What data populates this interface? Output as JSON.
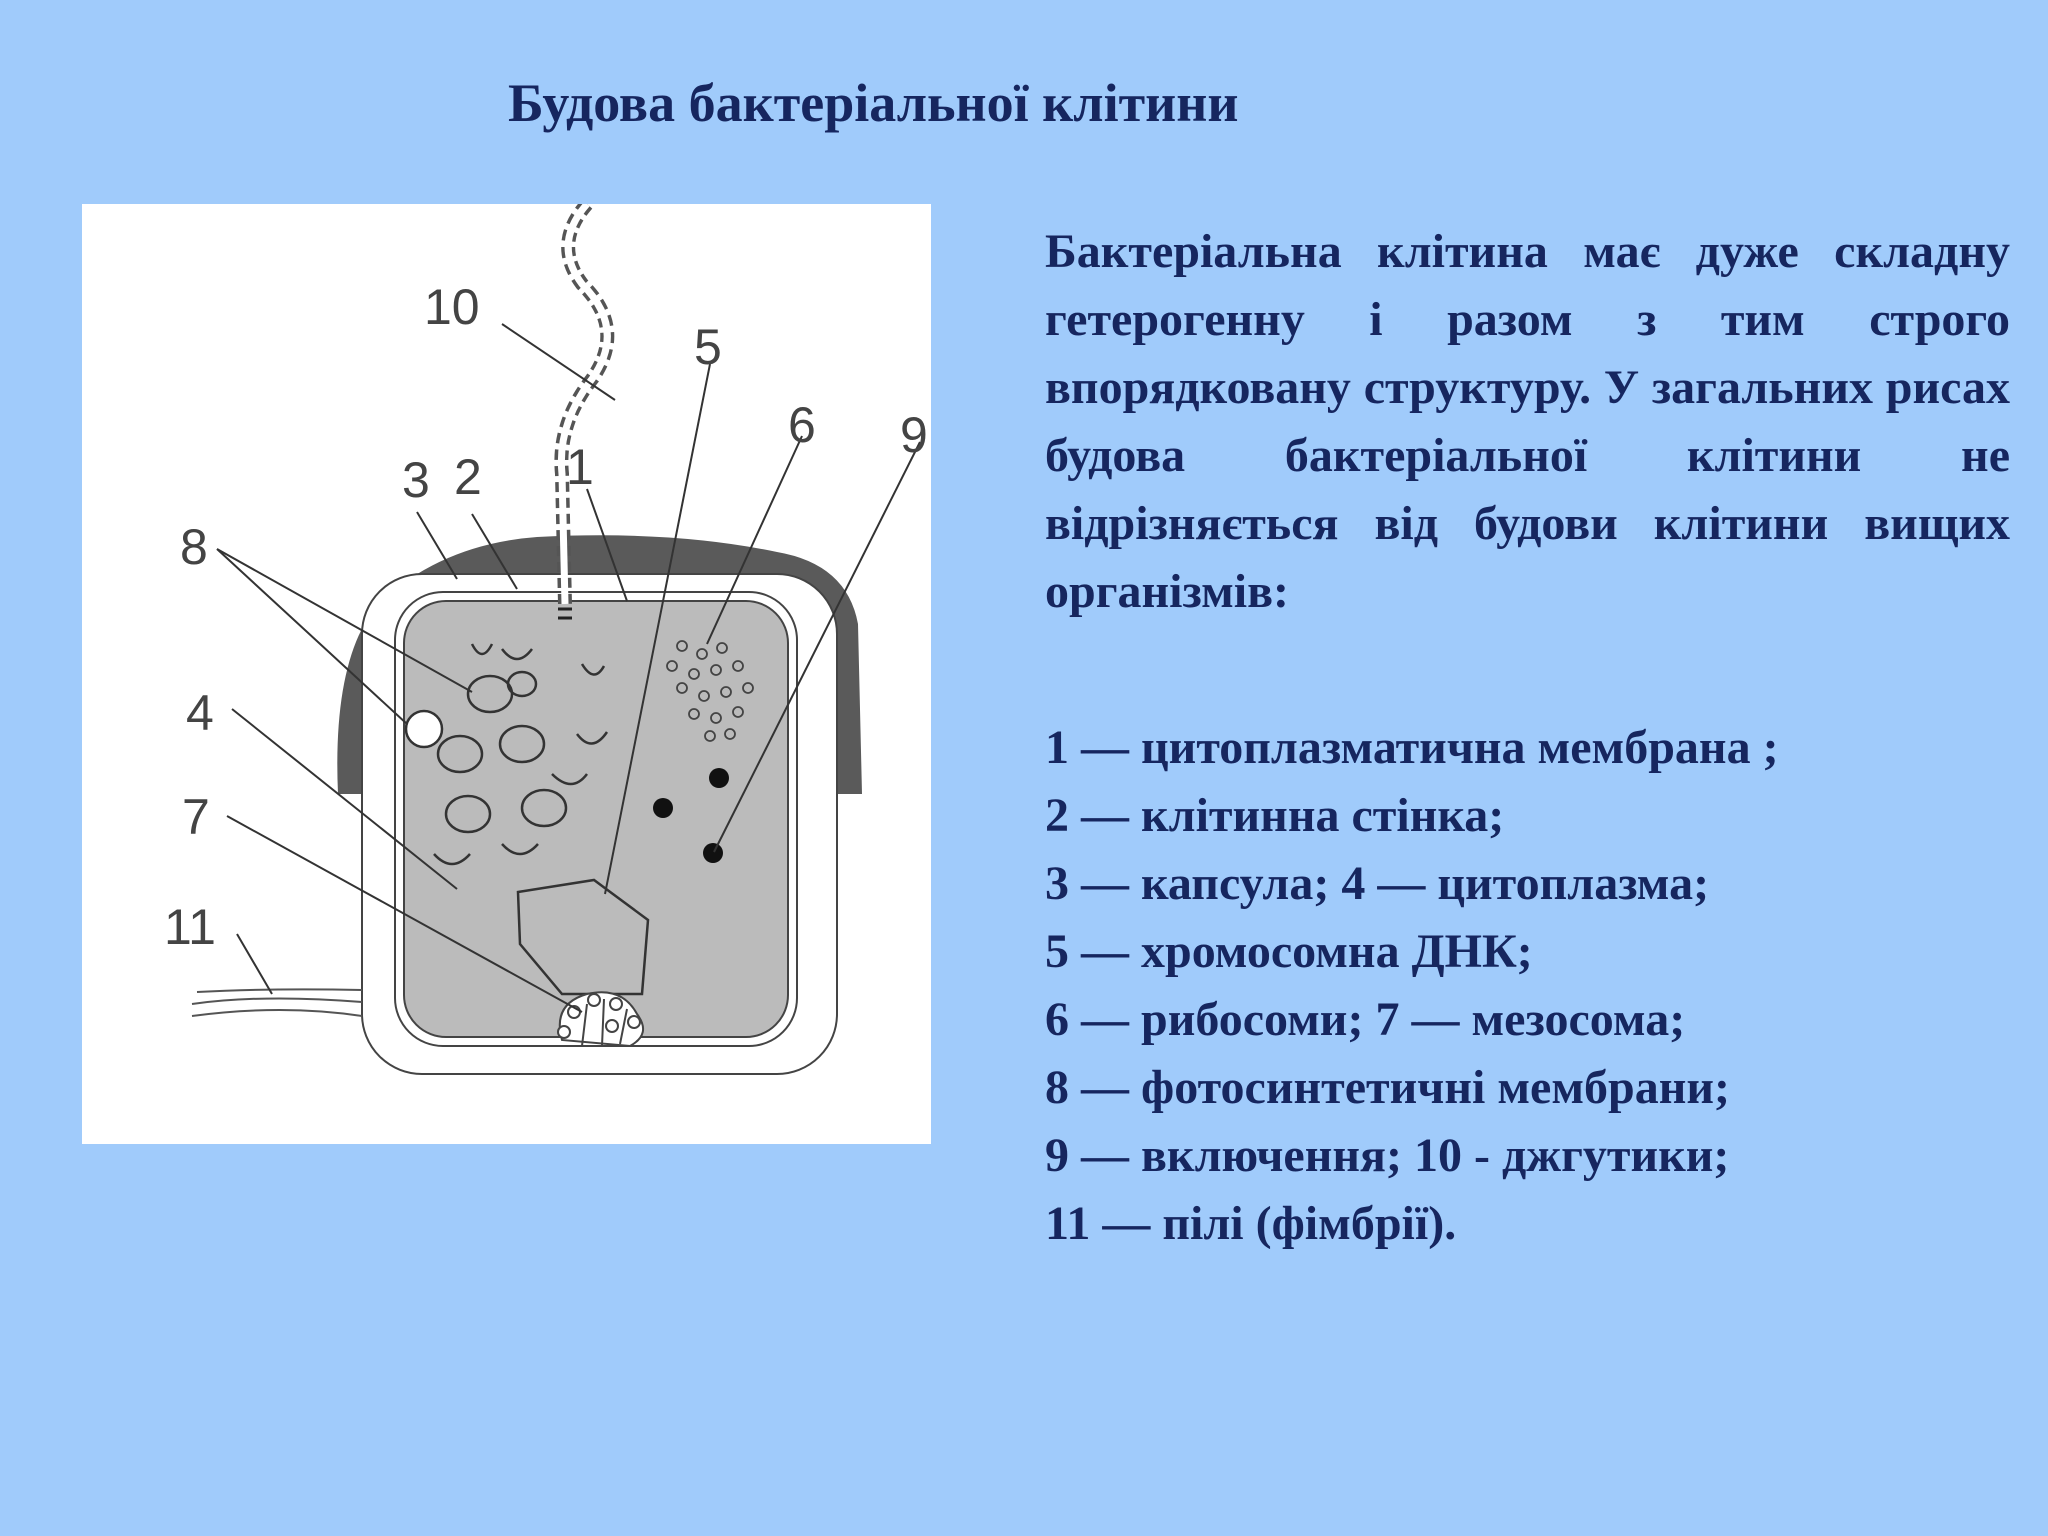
{
  "title": "Будова бактеріальної клітини",
  "intro": "Бактеріальна клітина має дуже складну гетерогенну і разом з тим строго впорядковану структуру. У загальних рисах будова бактеріальної клітини не відрізняється від будови клітини вищих організмів:",
  "legend": [
    "1 — цитоплазматична мембрана ;",
    "2 — клітинна стінка;",
    "3 — капсула; 4 — цитоплазма;",
    "5 — хромосомна ДНК;",
    "6 — рибосоми; 7 — мезосома;",
    "8 — фотосинтетичні мембрани;",
    "9 — включення; 10 - джгутики;",
    "11 — пілі (фімбрії)."
  ],
  "diagram": {
    "labels": [
      "1",
      "2",
      "3",
      "4",
      "5",
      "6",
      "7",
      "8",
      "9",
      "10",
      "11"
    ]
  },
  "colors": {
    "background": "#a0cbfb",
    "title_text": "#16265f",
    "capsule": "#5a5a5a",
    "cytoplasm": "#bbbbbb"
  }
}
